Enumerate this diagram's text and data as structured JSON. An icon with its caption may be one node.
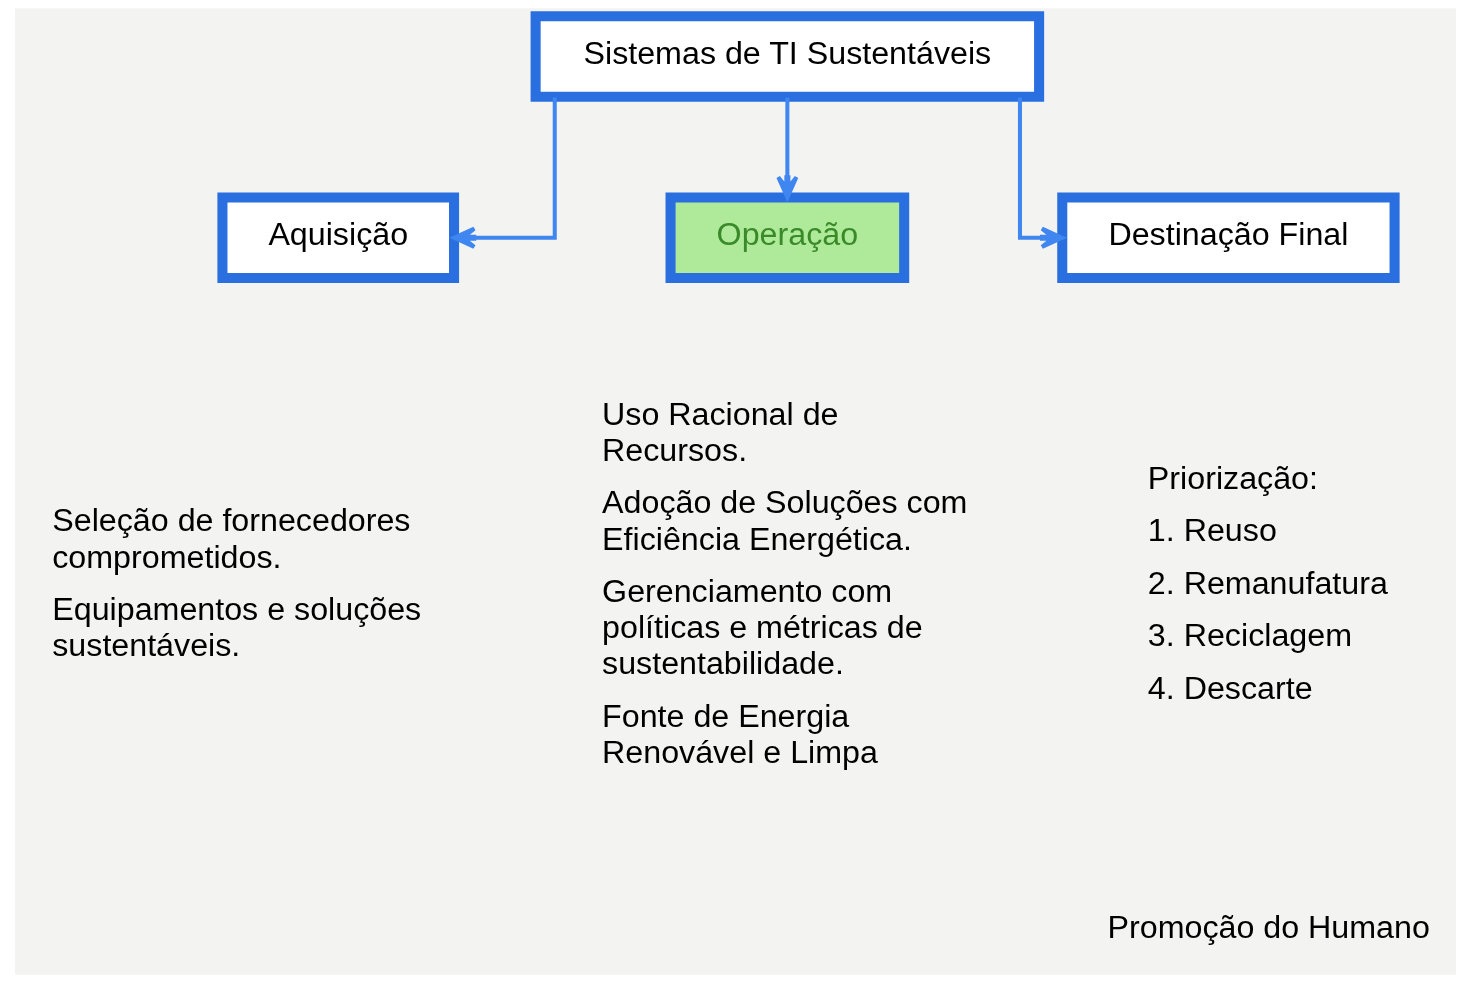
{
  "diagram": {
    "nodes": [
      {
        "text": [
          "Sistemas de TI Sustentáveis"
        ]
      },
      {
        "text": [
          "Aquisição"
        ],
        "beside": [
          "Seleção de fornecedores comprometidos.",
          "Equipamentos e soluções sustentáveis."
        ]
      },
      {
        "text": [
          "Operação"
        ],
        "beside": [
          "Uso Racional de Recursos.",
          "Adoção de Soluções com Eficiência Energética.",
          "Gerenciamento com políticas e métricas de sustentabilidade.",
          "Fonte de Energia Renovável e Limpa"
        ]
      },
      {
        "text": [
          "Destinação Final"
        ],
        "beside": [
          "Priorização:",
          "1. Reuso",
          "2. Remanufatura",
          "3. Reciclagem",
          "4. Descarte"
        ]
      }
    ],
    "edges": [
      {
        "from": 0,
        "to": 1,
        "arrow": "to"
      },
      {
        "from": 0,
        "to": 2,
        "arrow": "to"
      },
      {
        "from": 0,
        "to": 3,
        "arrow": "to"
      }
    ],
    "labels": [
      "Promoção do Humano"
    ]
  }
}
